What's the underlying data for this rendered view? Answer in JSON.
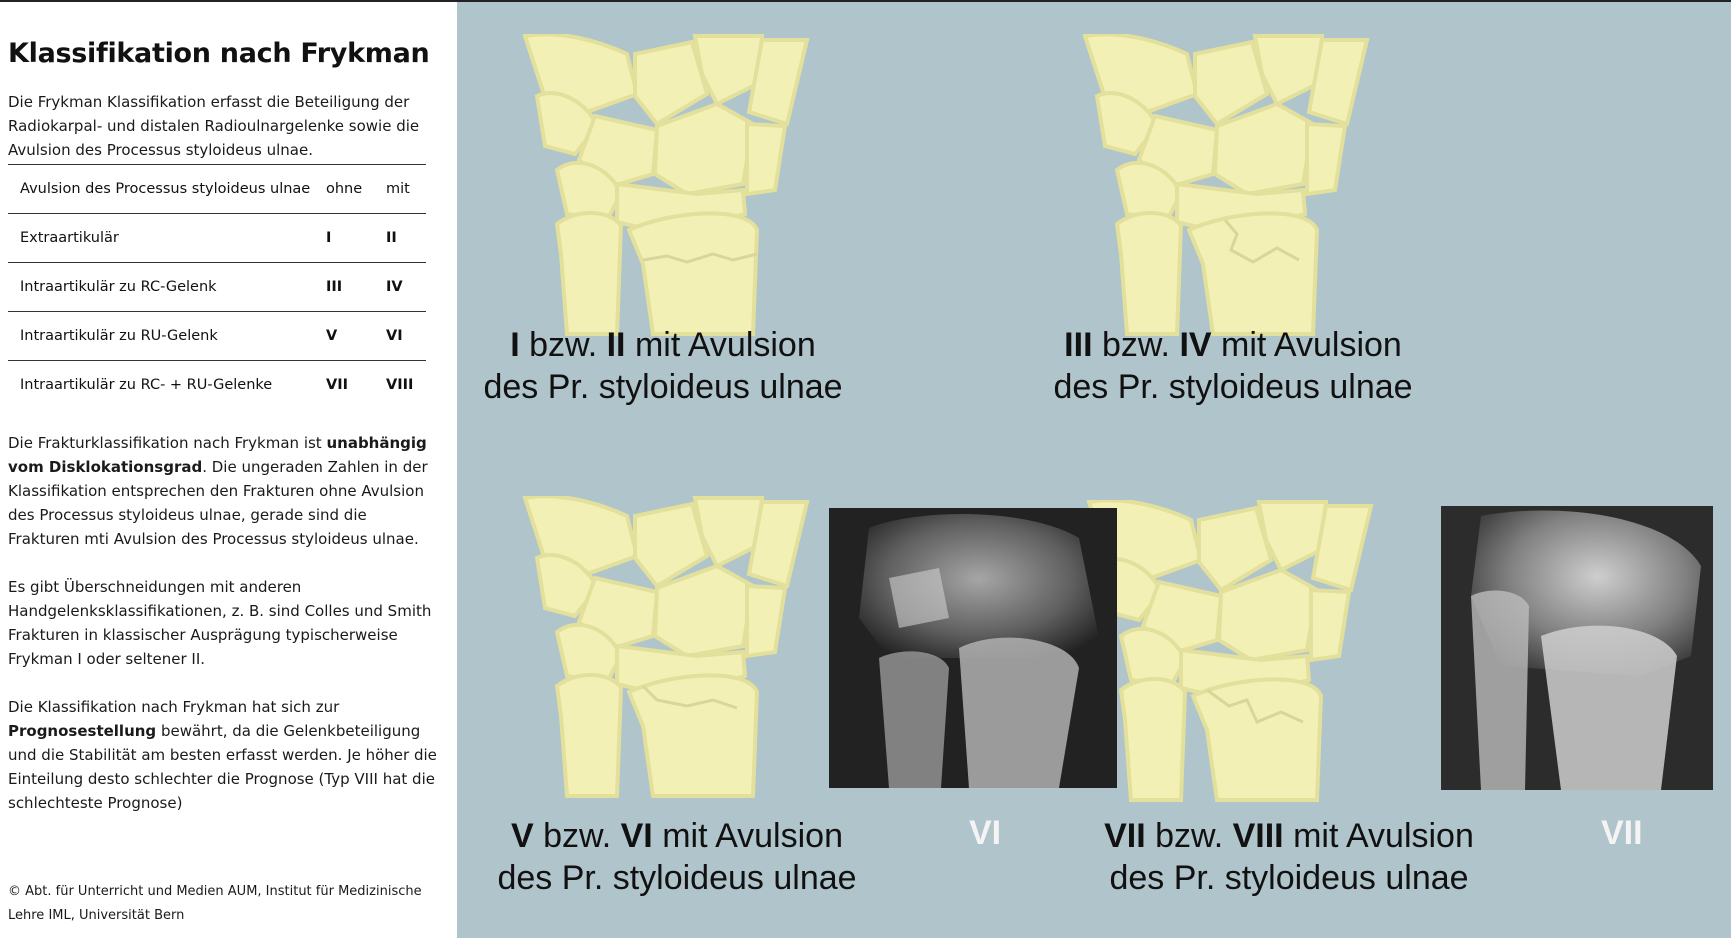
{
  "title": "Klassifikation nach Frykman",
  "intro": "Die Frykman Klassifikation erfasst die Beteiligung der Radio­karpal- und distalen Radioulnargelenke sowie die Avulsion des Processus styloideus ulnae.",
  "table": {
    "header": [
      "Avulsion des Processus styloideus ulnae",
      "ohne",
      "mit"
    ],
    "rows": [
      [
        "Extraartikulär",
        "I",
        "II"
      ],
      [
        "Intraartikulär zu RC-Gelenk",
        "III",
        "IV"
      ],
      [
        "Intraartikulär zu RU-Gelenk",
        "V",
        "VI"
      ],
      [
        "Intraartikulär zu RC- + RU-Gelenke",
        "VII",
        "VIII"
      ]
    ]
  },
  "para2": {
    "a": "Die Frakturklassifikation nach Frykman ist ",
    "b": "unabhängig vom Disklokationsgrad",
    "c": ". Die ungeraden Zahlen in der Klassifika­tion entsprechen den Frakturen ohne Avulsion des Proces­sus styloideus ulnae, gerade sind die Frakturen mti Avulsion des Processus styloideus ulnae."
  },
  "para3": "Es gibt Überschneidungen mit anderen Handgelenksklassi­fikationen, z. B. sind Colles und Smith Frakturen in klassi­scher Ausprägung typischerweise Frykman I oder seltener II.",
  "para4": {
    "a": "Die Klassifikation nach Frykman hat sich zur ",
    "b": "Prognosestel­lung",
    "c": " bewährt, da die Gelenkbeteiligung und die Stabilität am besten erfasst werden. Je höher die Einteilung desto schlechter die Prognose (Typ VIII hat die schlechteste Prognose)"
  },
  "copyright": "© Abt. für Unterricht und Medien AUM, Institut für Medizinische Lehre IML, Universität Bern",
  "figure": {
    "captions": [
      {
        "b1": "I",
        "t1": " bzw. ",
        "b2": "II",
        "t2": " mit Avulsion",
        "line2": "des Pr. styloideus ulnae"
      },
      {
        "b1": "III",
        "t1": " bzw. ",
        "b2": "IV",
        "t2": " mit Avulsion",
        "line2": "des Pr. styloideus ulnae"
      },
      {
        "b1": "V",
        "t1": " bzw. ",
        "b2": "VI",
        "t2": " mit Avulsion",
        "line2": "des Pr. styloideus ulnae"
      },
      {
        "b1": "VII",
        "t1": " bzw. ",
        "b2": "VIII",
        "t2": " mit Avulsion",
        "line2": "des Pr. styloideus ulnae"
      }
    ],
    "xray_labels": [
      "VI",
      "VII"
    ],
    "colors": {
      "background": "#b0c4cb",
      "bone": "#f2f0b4",
      "bone_outline": "#e6e3a0"
    }
  }
}
